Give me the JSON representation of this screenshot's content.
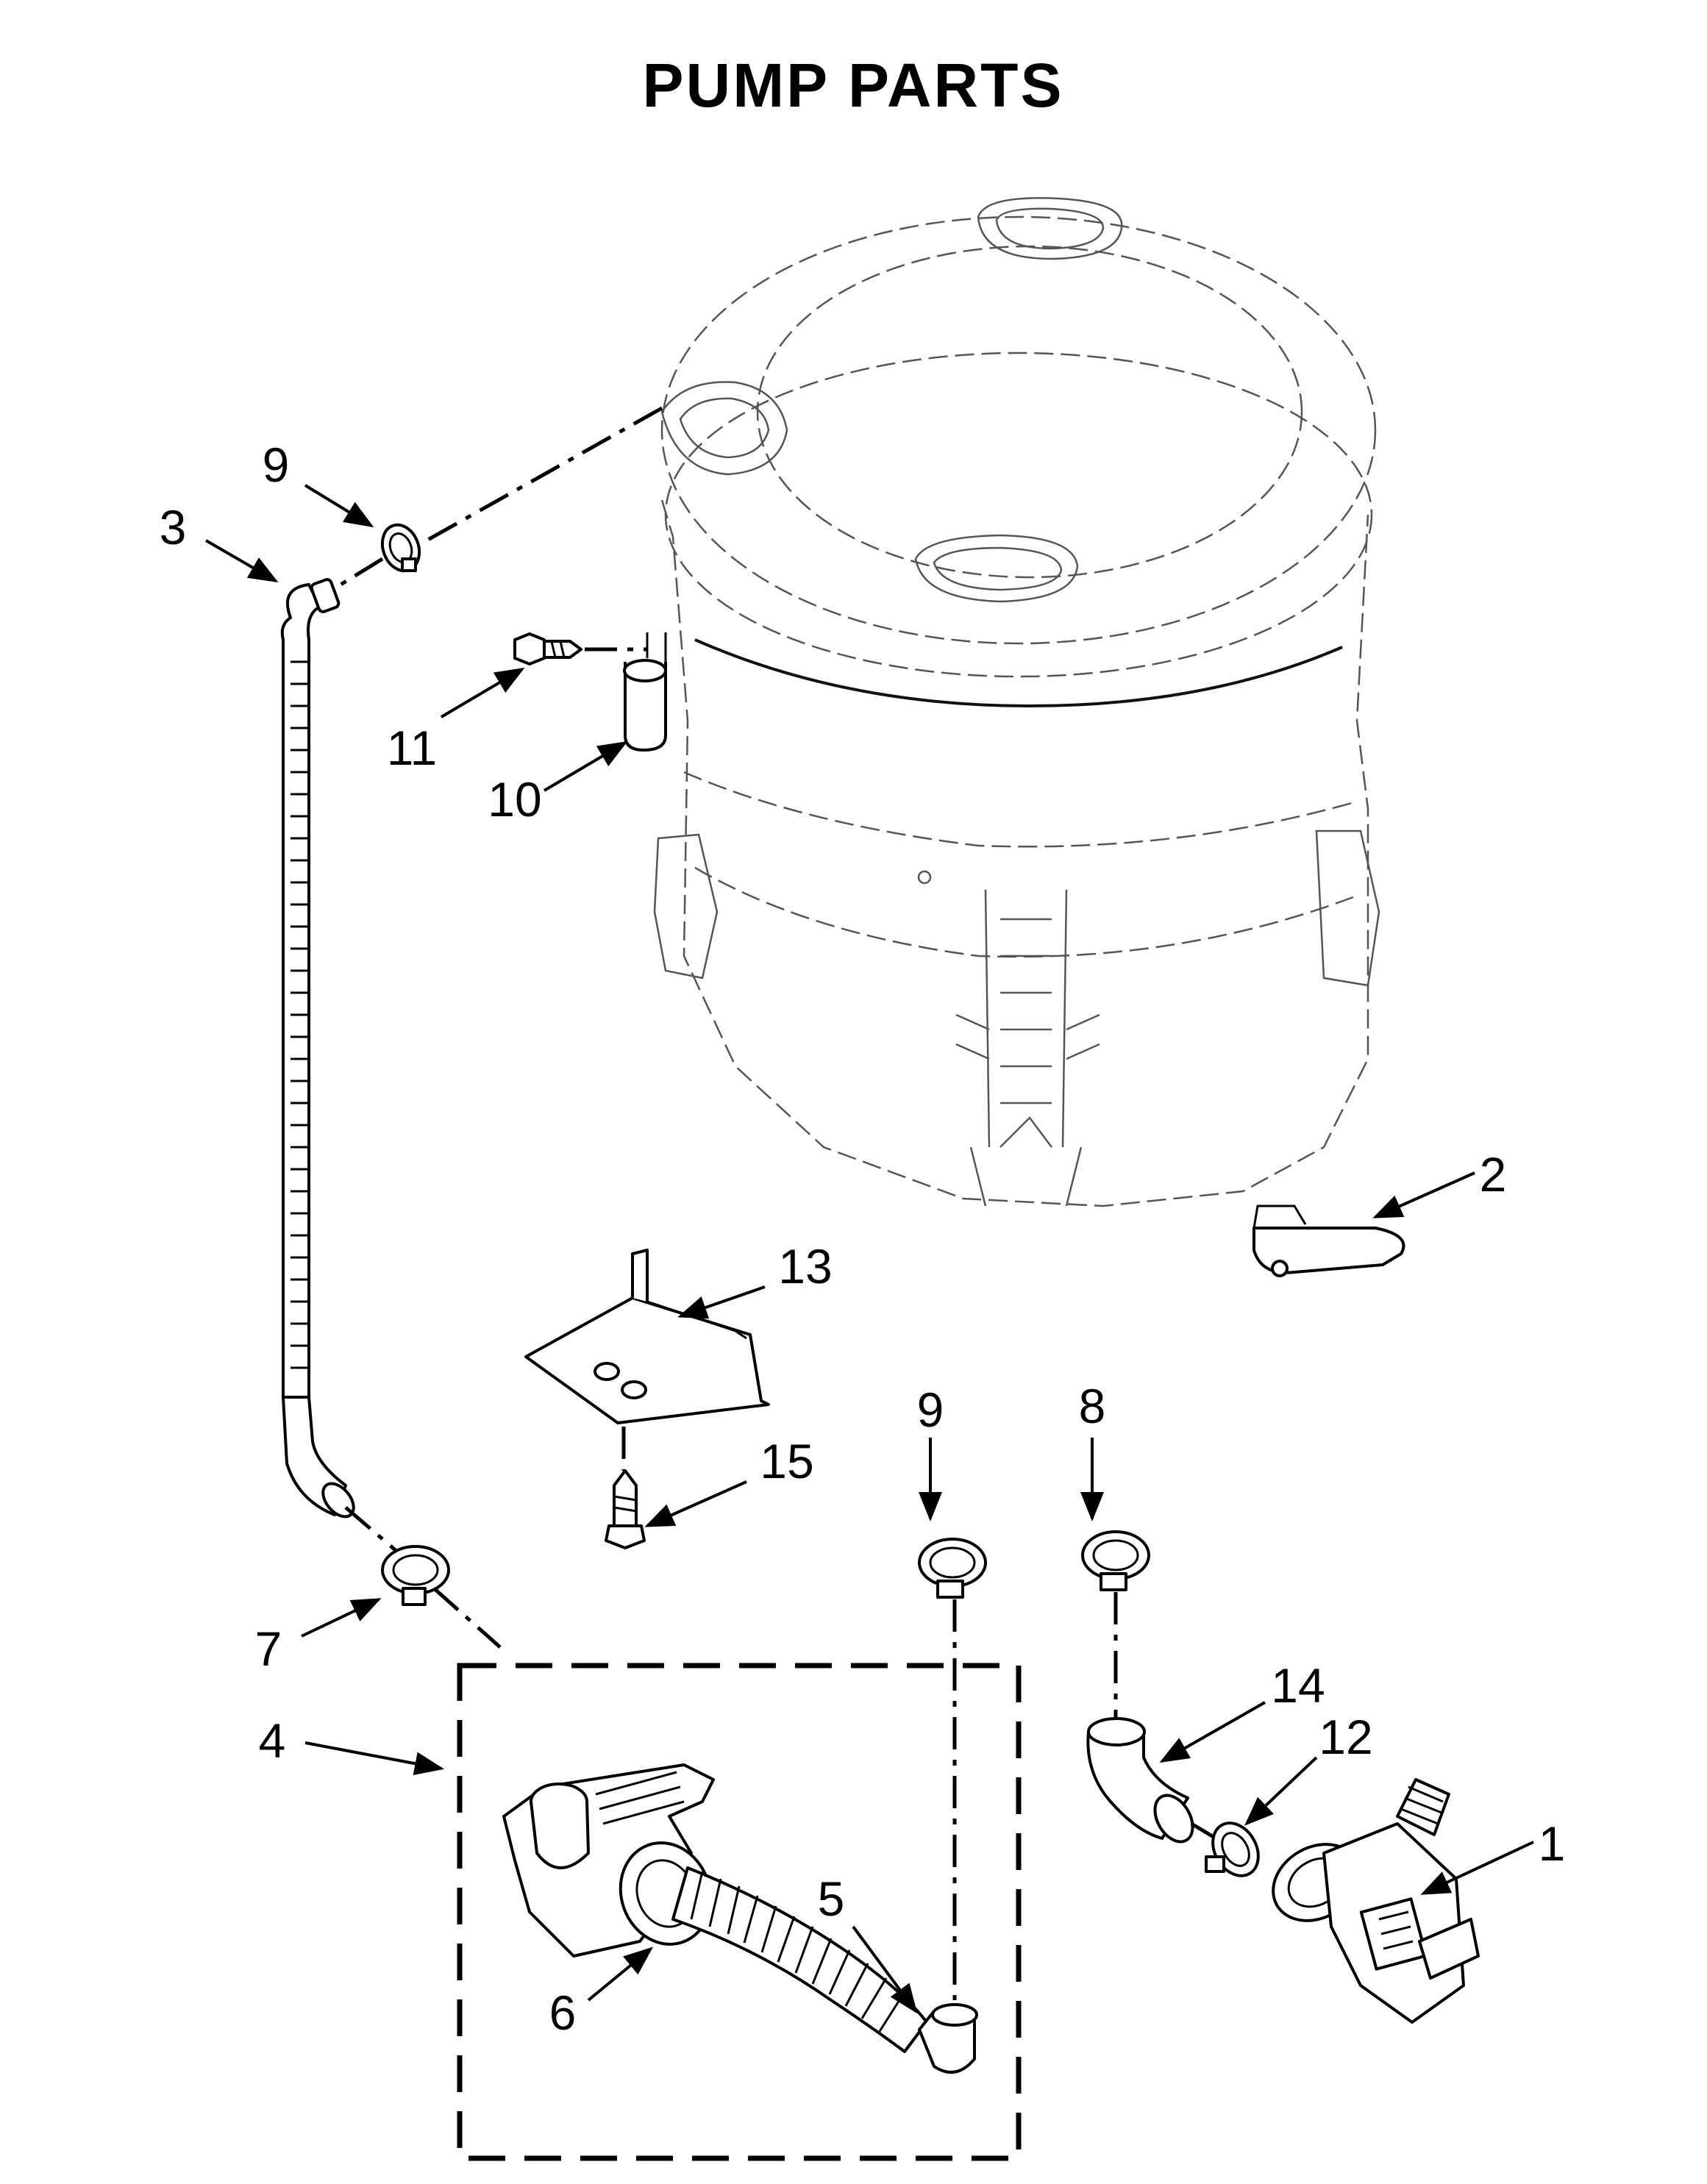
{
  "diagram": {
    "title": "PUMP PARTS",
    "callouts": [
      {
        "id": "c1",
        "label": "1"
      },
      {
        "id": "c2",
        "label": "2"
      },
      {
        "id": "c3",
        "label": "3"
      },
      {
        "id": "c4",
        "label": "4"
      },
      {
        "id": "c5",
        "label": "5"
      },
      {
        "id": "c6",
        "label": "6"
      },
      {
        "id": "c7",
        "label": "7"
      },
      {
        "id": "c8",
        "label": "8"
      },
      {
        "id": "c9a",
        "label": "9"
      },
      {
        "id": "c9b",
        "label": "9"
      },
      {
        "id": "c10",
        "label": "10"
      },
      {
        "id": "c11",
        "label": "11"
      },
      {
        "id": "c12",
        "label": "12"
      },
      {
        "id": "c13",
        "label": "13"
      },
      {
        "id": "c14",
        "label": "14"
      },
      {
        "id": "c15",
        "label": "15"
      }
    ]
  }
}
